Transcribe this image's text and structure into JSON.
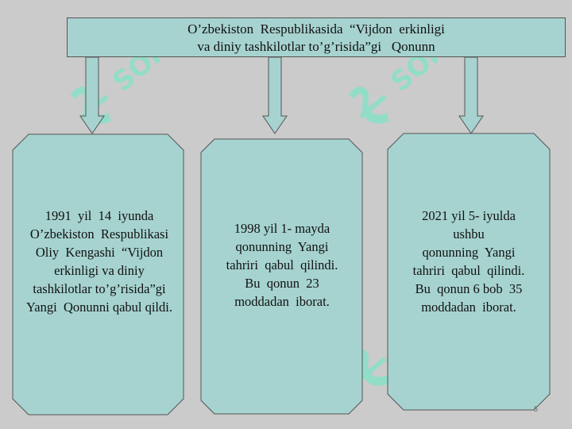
{
  "title": {
    "line1": "O’zbekiston  Respublikasida  “Vijdon  erkinligi",
    "line2": "va diniy tashkilotlar to’g’risida”gi   Qonunn"
  },
  "cards": [
    {
      "lines": [
        "1991  yil  14  iyunda",
        "O’zbekiston  Respublikasi",
        "Oliy  Kengashi  “Vijdon",
        "erkinligi va diniy",
        "tashkilotlar to’g’risida”gi",
        "Yangi  Qonunni qabul qildi."
      ]
    },
    {
      "lines": [
        "1998 yil 1- mayda",
        "qonunning  Yangi",
        "tahriri  qabul  qilindi.",
        "Bu  qonun  23",
        "moddadan  iborat."
      ]
    },
    {
      "lines": [
        "2021 yil 5- iyulda",
        "ushbu",
        "qonunning  Yangi",
        "tahriri  qabul  qilindi.",
        "Bu  qonun 6 bob  35",
        "moddadan  iborat."
      ]
    }
  ],
  "watermark": {
    "text": "SOFF"
  },
  "page_number": "5",
  "colors": {
    "background": "#cbcbcb",
    "box_fill": "#a6d3d0",
    "border": "#555555",
    "watermark": "#7fe3c6"
  }
}
